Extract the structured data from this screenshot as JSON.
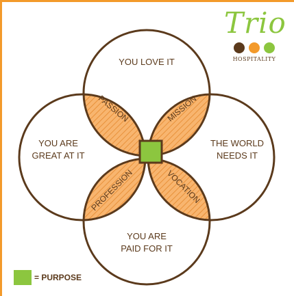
{
  "brand": {
    "name": "Trio",
    "subtitle": "HOSPITALITY",
    "dot_colors": [
      "#5b3a1c",
      "#f39a2b",
      "#8cc63f"
    ]
  },
  "circles": {
    "top": [
      "YOU LOVE IT"
    ],
    "left": [
      "YOU ARE",
      "GREAT AT IT"
    ],
    "right": [
      "THE WORLD",
      "NEEDS IT"
    ],
    "bottom": [
      "YOU ARE",
      "PAID FOR IT"
    ]
  },
  "overlaps": {
    "passion": "PASSION",
    "mission": "MISSION",
    "profession": "PROFESSION",
    "vocation": "VOCATION"
  },
  "legend": {
    "label": "= PURPOSE"
  },
  "colors": {
    "outline": "#5b3a1c",
    "overlap_fill": "#f8b56f",
    "hatch": "#e8913a",
    "purpose": "#8cc63f",
    "frame": "#f39a2b",
    "text": "#5b3a1c"
  }
}
